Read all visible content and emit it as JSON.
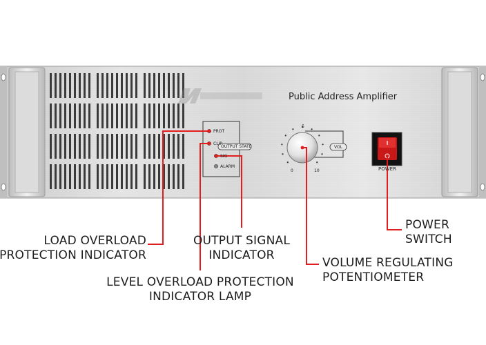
{
  "panel": {
    "title": "Public Address Amplifier",
    "indicator_labels": [
      "PROT",
      "CLIP",
      "SIG",
      "ALARM"
    ],
    "output_state_label": "OUTPUT STATE",
    "knob_label": "VOL",
    "knob_scale": [
      "5",
      "0",
      "10"
    ],
    "power_label": "POWER"
  },
  "callouts": {
    "load_overload": [
      "LOAD OVERLOAD",
      "PROTECTION INDICATOR"
    ],
    "output_signal": [
      "OUTPUT SIGNAL",
      "INDICATOR"
    ],
    "level_overload": [
      "LEVEL OVERLOAD PROTECTION",
      "INDICATOR LAMP"
    ],
    "volume": [
      "VOLUME REGULATING",
      "POTENTIOMETER"
    ],
    "power": [
      "POWER",
      "SWITCH"
    ]
  },
  "colors": {
    "leader_line": "#e01e1e",
    "panel_face": "#d9d9d9",
    "power_switch": "#c81818"
  }
}
